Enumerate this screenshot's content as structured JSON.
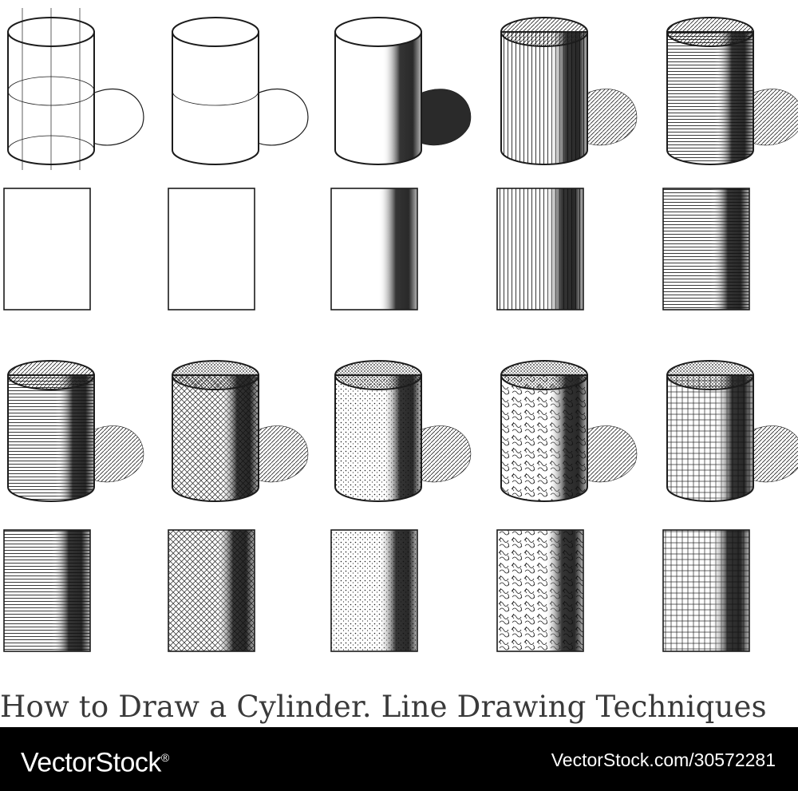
{
  "caption": "How to Draw a Cylinder. Line Drawing Techniques",
  "footer": {
    "logo": "VectorStock",
    "logo_mark": "®",
    "url": "VectorStock.com/30572281"
  },
  "colors": {
    "ink": "#1c1c1c",
    "shadow": "#2a2a2a",
    "paper": "#ffffff",
    "caption": "#3a3a3a",
    "footer_bg": "#000000"
  },
  "techniques": [
    "construction-lines",
    "outline",
    "flat-shading",
    "vertical-hatching",
    "horizontal-hatching",
    "contour-hatching",
    "cross-hatching",
    "stippling",
    "scribbling",
    "grid-cross-hatching"
  ]
}
